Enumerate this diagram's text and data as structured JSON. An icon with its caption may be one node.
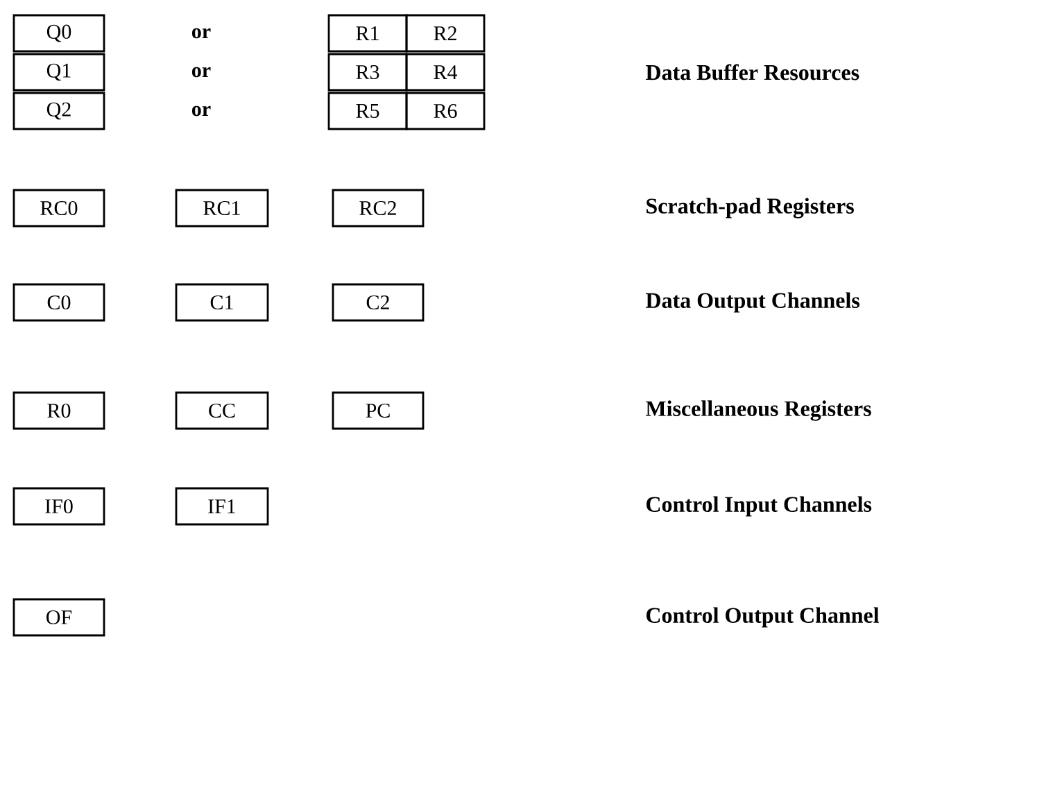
{
  "diagram": {
    "nodes": [
      {
        "text": [
          "Q0"
        ]
      },
      {
        "text": [
          "R1"
        ]
      },
      {
        "text": [
          "R2"
        ]
      },
      {
        "text": [
          "Q1"
        ]
      },
      {
        "text": [
          "R3"
        ]
      },
      {
        "text": [
          "R4"
        ]
      },
      {
        "text": [
          "Q2"
        ]
      },
      {
        "text": [
          "R5"
        ]
      },
      {
        "text": [
          "R6"
        ]
      },
      {
        "text": [
          "RC0"
        ]
      },
      {
        "text": [
          "RC1"
        ]
      },
      {
        "text": [
          "RC2"
        ]
      },
      {
        "text": [
          "C0"
        ]
      },
      {
        "text": [
          "C1"
        ]
      },
      {
        "text": [
          "C2"
        ]
      },
      {
        "text": [
          "R0"
        ]
      },
      {
        "text": [
          "CC"
        ]
      },
      {
        "text": [
          "PC"
        ]
      },
      {
        "text": [
          "IF0"
        ]
      },
      {
        "text": [
          "IF1"
        ]
      },
      {
        "text": [
          "OF"
        ]
      }
    ],
    "labels": [
      "or",
      "or",
      "Data Buffer Resources",
      "or",
      "Scratch-pad Registers",
      "Data Output Channels",
      "Miscellaneous Registers",
      "Control Input Channels",
      "Control Output Channel"
    ]
  }
}
